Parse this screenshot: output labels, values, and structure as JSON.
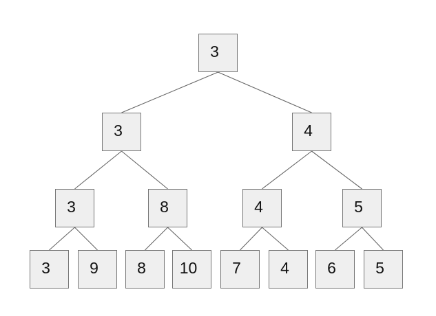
{
  "diagram": {
    "kind": "binary-tree",
    "description": "Complete binary tree of depth 4; each parent holds the minimum of its two children (min tournament tree)",
    "node_count": 15,
    "edge_rule": "node i in a level connects to nodes 2i and 2i+1 in the level below; edges run from parent bottom-center to child top-center"
  },
  "tree": {
    "levels": [
      {
        "name": "root",
        "values": [
          3
        ]
      },
      {
        "name": "level-1",
        "values": [
          3,
          4
        ]
      },
      {
        "name": "level-2",
        "values": [
          3,
          8,
          4,
          5
        ]
      },
      {
        "name": "leaves",
        "values": [
          3,
          9,
          8,
          10,
          7,
          4,
          6,
          5
        ]
      }
    ]
  },
  "colors": {
    "background": "#ffffff",
    "node_fill": "#efefef",
    "node_border": "#757575",
    "edge": "#666666",
    "text": "#111111"
  }
}
